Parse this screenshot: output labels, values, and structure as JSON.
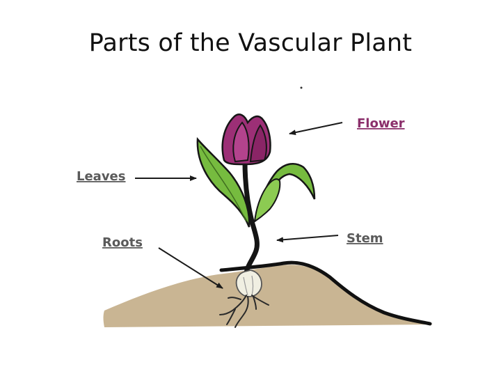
{
  "title": "Parts of the Vascular Plant",
  "labels": {
    "flower": "Flower",
    "leaves": "Leaves",
    "roots": "Roots",
    "stem": "Stem"
  },
  "colors": {
    "label_flower": "#8b2f6b",
    "label_other": "#5a5a5a",
    "petal": "#9c2f76",
    "leaf": "#76bb3f",
    "soil": "#c9b593",
    "stem": "#151515",
    "bulb": "#f0efe2"
  }
}
